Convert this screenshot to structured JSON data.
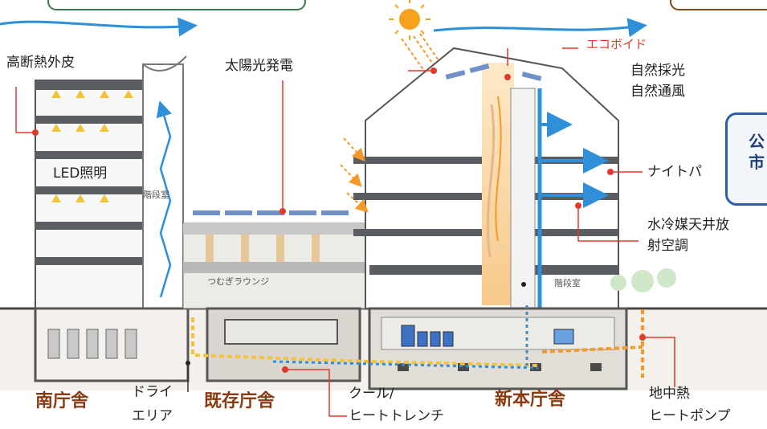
{
  "labels": {
    "high_insulation": "高断熱外皮",
    "solar": "太陽光発電",
    "ecovoid": "エコボイド",
    "natural_light": "自然採光",
    "natural_vent": "自然通風",
    "led": "LED照明",
    "stairwell_left": "階段室",
    "night_purge": "ナイトパ",
    "water_ceiling_1": "水冷媒天井放",
    "water_ceiling_2": "射空調",
    "tsumugi": "つむぎラウンジ",
    "stairwell_right": "階段室",
    "south_bldg": "南庁舎",
    "dry_area_1": "ドライ",
    "dry_area_2": "エリア",
    "existing_bldg": "既存庁舎",
    "cool_heat_1": "クール/",
    "cool_heat_2": "ヒートトレンチ",
    "new_main_bldg": "新本庁舎",
    "geothermal_1": "地中熱",
    "geothermal_2": "ヒートポンプ",
    "callout_1": "公",
    "callout_2": "市"
  },
  "colors": {
    "wind_blue": "#2f8fd8",
    "wall_dark": "#4a4a4a",
    "floor_gray": "#5a5d62",
    "callout_red": "#e03a2a",
    "heat_orange": "#f39a2a",
    "label_brown": "#8a3a10",
    "callout_border": "#2d5ea8"
  }
}
